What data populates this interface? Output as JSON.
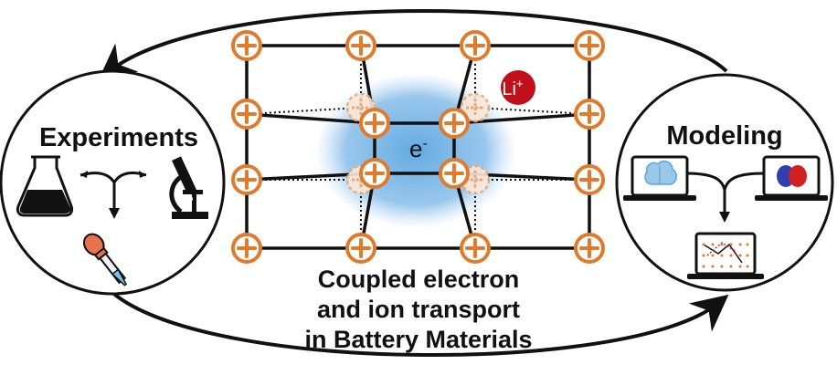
{
  "experiments": {
    "title": "Experiments",
    "icons": [
      "flask-icon",
      "double-arrow-icon",
      "dropper-icon",
      "microscope-icon"
    ]
  },
  "modeling": {
    "title": "Modeling",
    "icons": [
      "laptop-brain-icon",
      "laptop-orbital-icon",
      "laptop-grid-icon"
    ]
  },
  "center": {
    "electron_label": "e",
    "electron_sup": "-",
    "ion_label": "Li",
    "ion_sup": "+",
    "caption_line1": "Coupled electron",
    "caption_line2": "and ion transport",
    "caption_line3": "in Battery Materials"
  },
  "colors": {
    "cation_orange": "#e07a2c",
    "polaron_blue": "#5aa6e0",
    "li_red": "#c0101a",
    "outline": "#111111"
  }
}
